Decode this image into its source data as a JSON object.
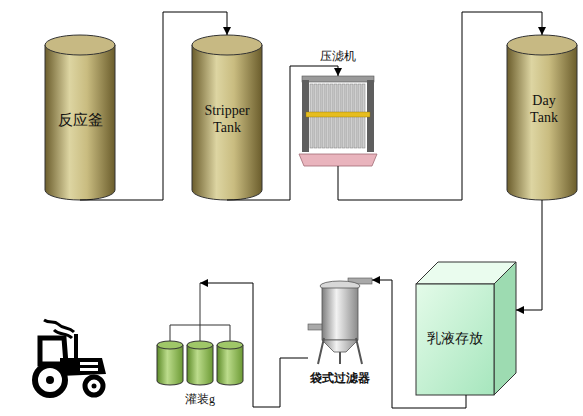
{
  "diagram": {
    "nodes": [
      {
        "text": [
          "反应釜"
        ]
      },
      {
        "text": [
          "Stripper Tank"
        ]
      },
      {
        "text": [
          "压滤机"
        ]
      },
      {
        "text": [
          "Day Tank"
        ]
      },
      {
        "text": [
          "乳液存放"
        ]
      },
      {
        "text": [
          "袋式过滤器"
        ]
      },
      {
        "text": [
          "灌装g"
        ]
      }
    ],
    "edges": [
      {
        "from": 0,
        "to": 1,
        "arrow": "to"
      },
      {
        "from": 1,
        "to": 2,
        "arrow": "to"
      },
      {
        "from": 2,
        "to": 3,
        "arrow": "to"
      },
      {
        "from": 3,
        "to": 4,
        "arrow": "to"
      },
      {
        "from": 4,
        "to": 5,
        "arrow": "to"
      },
      {
        "from": 5,
        "to": 6,
        "arrow": "to"
      }
    ]
  }
}
